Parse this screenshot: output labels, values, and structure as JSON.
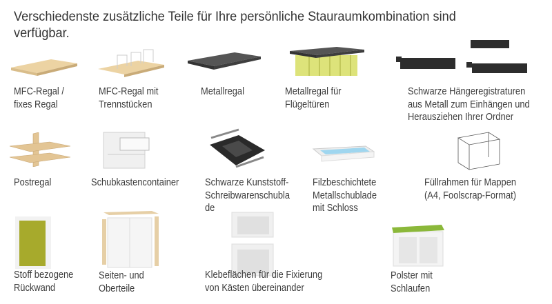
{
  "title": "Verschiedenste zusätzliche Teile für Ihre persönliche Stauraumkombination sind verfügbar.",
  "items": [
    {
      "label": "MFC-Regal /\nfixes Regal",
      "icon": "wood-shelf-icon"
    },
    {
      "label": "MFC-Regal mit\nTrennstücken",
      "icon": "shelf-dividers-icon"
    },
    {
      "label": "Metallregal",
      "icon": "metal-shelf-icon"
    },
    {
      "label": "Metallregal für\nFlügeltüren",
      "icon": "metal-shelf-files-icon"
    },
    {
      "label": "Schwarze Hängeregistraturen\naus Metall zum Einhängen und\nHerausziehen Ihrer Ordner",
      "icon": "hanging-file-frame-icon"
    },
    {
      "label": "Postregal",
      "icon": "mail-shelf-icon"
    },
    {
      "label": "Schubkastencontainer",
      "icon": "drawer-container-icon"
    },
    {
      "label": "Schwarze Kunststoff-\nSchreibwarenschubla\nde",
      "icon": "stationery-drawer-icon"
    },
    {
      "label": "Filzbeschichtete\nMetallschublade\nmit Schloss",
      "icon": "felt-drawer-icon"
    },
    {
      "label": "Füllrahmen für Mappen\n(A4, Foolscrap-Format)",
      "icon": "filing-frame-icon"
    },
    {
      "label": "Stoff bezogene\nRückwand",
      "icon": "fabric-back-panel-icon"
    },
    {
      "label": "Seiten- und\nOberteile",
      "icon": "side-top-panels-icon"
    },
    {
      "label": "Klebeflächen für die Fixierung\nvon Kästen übereinander",
      "icon": "stacked-boxes-icon"
    },
    {
      "label": "Polster mit\nSchlaufen",
      "icon": "cushion-bench-icon"
    }
  ],
  "colors": {
    "wood": "#e8cfa0",
    "dark": "#4a4a4a",
    "green": "#8bb83a",
    "olive": "#a5a82a",
    "felt": "#9fd6ef"
  }
}
